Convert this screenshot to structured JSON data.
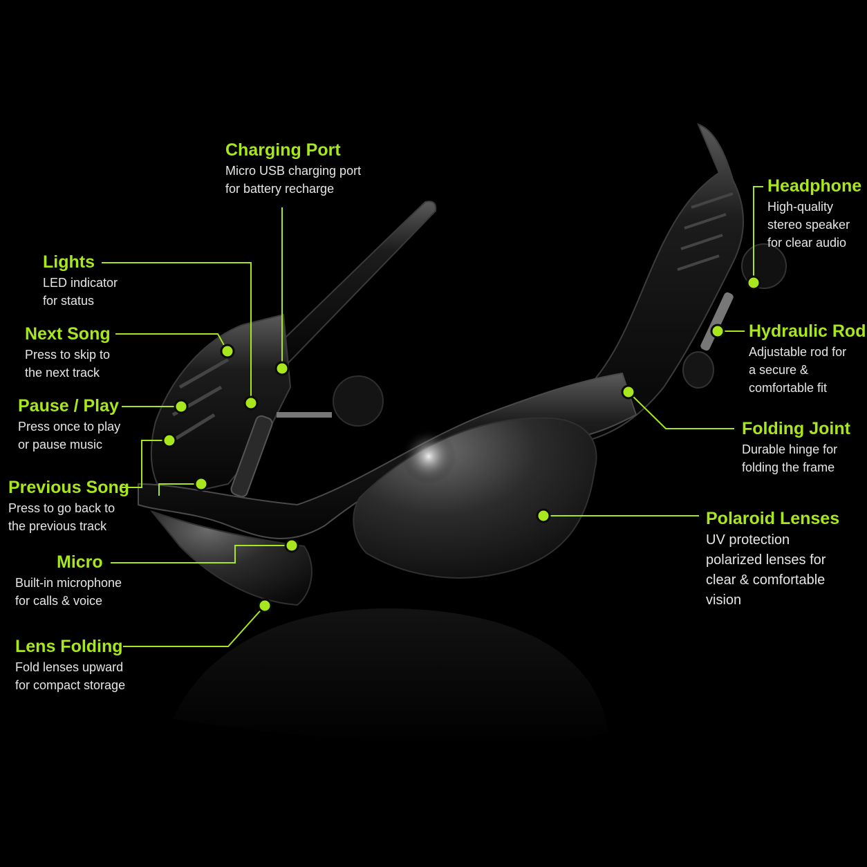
{
  "accent_color": "#a8e61d",
  "background_color": "#000000",
  "product_image": {
    "subject": "black audio sunglasses with built-in earphones and microphone"
  },
  "callouts": [
    {
      "id": "charging-port",
      "title": "Charging Port",
      "desc": "Micro USB charging port\nfor battery recharge"
    },
    {
      "id": "lights",
      "title": "Lights",
      "desc": "LED indicator\nfor status"
    },
    {
      "id": "next-song",
      "title": "Next Song",
      "desc": "Press to skip to\nthe next track"
    },
    {
      "id": "pause-play",
      "title": "Pause / Play",
      "desc": "Press once to play\nor pause music"
    },
    {
      "id": "previous-song",
      "title": "Previous Song",
      "desc": "Press to go back to\nthe previous track"
    },
    {
      "id": "micro",
      "title": "Micro",
      "desc": "Built-in microphone\nfor calls & voice"
    },
    {
      "id": "lens-folding",
      "title": "Lens Folding",
      "desc": "Fold lenses upward\nfor compact storage"
    },
    {
      "id": "headphone",
      "title": "Headphone",
      "desc": "High-quality\nstereo speaker\nfor clear audio"
    },
    {
      "id": "hydraulic-rod",
      "title": "Hydraulic Rod",
      "desc": "Adjustable rod for\na secure &\ncomfortable fit"
    },
    {
      "id": "folding-joint",
      "title": "Folding Joint",
      "desc": "Durable hinge for\nfolding the frame"
    },
    {
      "id": "polaroid-lenses",
      "title": "Polaroid Lenses",
      "desc": "UV protection\npolarized lenses for\nclear & comfortable\nvision"
    }
  ]
}
